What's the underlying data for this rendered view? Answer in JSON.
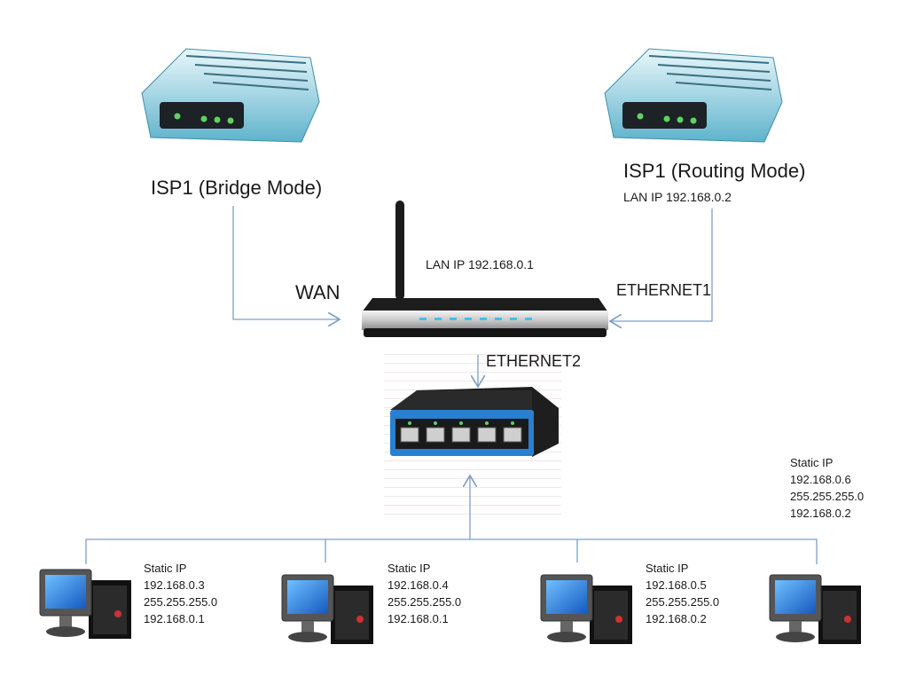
{
  "devices": {
    "isp_bridge": {
      "label": "ISP1 (Bridge Mode)"
    },
    "isp_routing": {
      "label": "ISP1 (Routing Mode)",
      "lan_ip": "LAN IP 192.168.0.2"
    },
    "router": {
      "lan_ip": "LAN IP 192.168.0.1"
    },
    "switch": {}
  },
  "links": {
    "wan": "WAN",
    "ethernet1": "ETHERNET1",
    "ethernet2": "ETHERNET2"
  },
  "pcs": [
    {
      "lines": [
        "Static IP",
        "192.168.0.3",
        "255.255.255.0",
        "192.168.0.1"
      ]
    },
    {
      "lines": [
        "Static IP",
        "192.168.0.4",
        "255.255.255.0",
        "192.168.0.1"
      ]
    },
    {
      "lines": [
        "Static IP",
        "192.168.0.5",
        "255.255.255.0",
        "192.168.0.2"
      ]
    },
    {
      "lines": [
        "Static IP",
        "192.168.0.6",
        "255.255.255.0",
        "192.168.0.2"
      ]
    }
  ],
  "colors": {
    "connector": "#7f9fc4",
    "modem": "#7cc6da",
    "switch": "#2a7fd0",
    "led_green": "#5fd35f",
    "led_blue": "#3fc0f0"
  }
}
